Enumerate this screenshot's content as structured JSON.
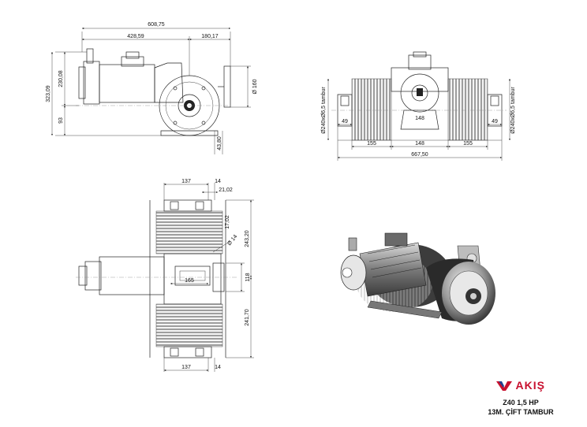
{
  "side_view": {
    "dim_overall_width": "608,75",
    "dim_motor_span": "428,59",
    "dim_right_span": "180,17",
    "dim_overall_height": "323,09",
    "dim_shaft_height": "230,08",
    "dim_base_height": "93",
    "dim_flange_dia": "Ø 160",
    "dim_offset": "43,80"
  },
  "front_view": {
    "dim_drum_left": "Ø240xØ6,5 tambur",
    "dim_drum_right": "Ø240xØ6,5 tambur",
    "dim_side_left": "49",
    "dim_side_right": "49",
    "dim_inner": "148",
    "dim_drum_len_left": "155",
    "dim_center": "148",
    "dim_drum_len_right": "155",
    "dim_total": "667,50"
  },
  "top_view": {
    "dim_top_137": "137",
    "dim_top_14": "14",
    "dim_21": "21,02",
    "dim_17": "17,02",
    "dim_shaft": "Ø 14",
    "dim_243": "243,20",
    "dim_118": "118",
    "dim_165": "165",
    "dim_241": "241,70",
    "dim_bottom_137": "137",
    "dim_bottom_14": "14"
  },
  "title_block": {
    "logo": "AKIŞ",
    "model": "Z40 1,5 HP",
    "description": "13M. ÇİFT TAMBUR"
  },
  "colors": {
    "brand_red": "#c8102e",
    "brand_blue": "#1f3f8f",
    "line": "#222222"
  }
}
